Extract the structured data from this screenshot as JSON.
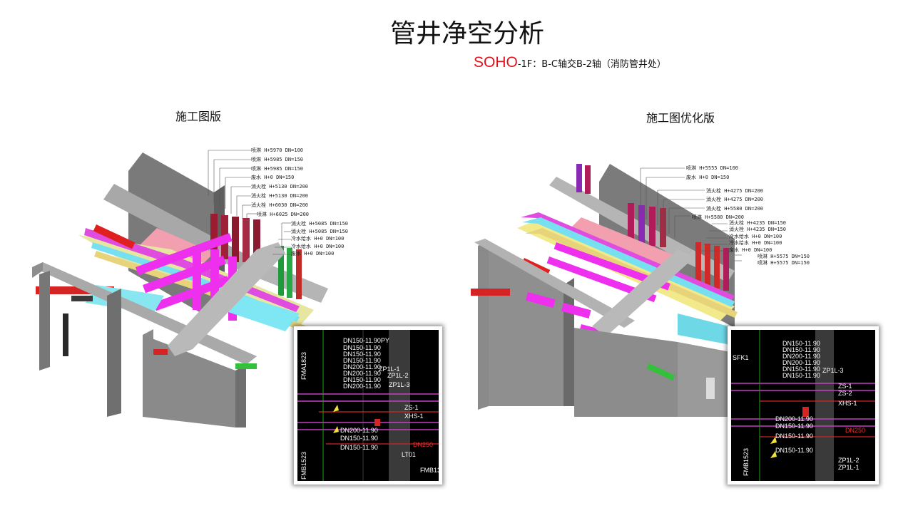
{
  "page": {
    "title": "管井净空分析",
    "subtitle_brand": "SOHO",
    "subtitle_rest": "-1F：B-C轴交B-2轴（消防管井处）"
  },
  "left": {
    "label": "施工图版",
    "annotations": [
      "喷淋 H+5970 DN=100",
      "喷淋 H+5985 DN=150",
      "喷淋 H+5985 DN=150",
      "废水 H+0 DN=150",
      "消火栓 H+5130 DN=200",
      "消火栓 H+5130 DN=200",
      "消火栓 H+6030 DN=200",
      "喷淋 H+6025 DN=200",
      "消火栓 H+5085 DN=150",
      "消火栓 H+5085 DN=150",
      "冷水给水 H+0 DN=100",
      "冷水给水 H+0 DN=100",
      "废水 H+0 DN=100"
    ],
    "cad_labels": [
      "DN150-11.90PY",
      "DN150-11.90",
      "DN150-11.90",
      "DN150-11.90",
      "DN200-11.90",
      "DN200-11.90",
      "DN150-11.90",
      "DN200-11.90",
      "ZP1L-1",
      "ZP1L-2",
      "ZP1L-3",
      "ZS-1",
      "XHS-1",
      "DN200-11.90",
      "DN150-11.90",
      "DN150-11.90",
      "FMA1823",
      "FMB1523",
      "LT01",
      "DN250",
      "FMB13"
    ]
  },
  "right": {
    "label": "施工图优化版",
    "annotations": [
      "喷淋 H+5555 DN=100",
      "废水 H+0 DN=150",
      "消火栓 H+4275 DN=200",
      "消火栓 H+4275 DN=200",
      "消火栓 H+5580 DN=200",
      "喷淋 H+5580 DN=200",
      "消火栓 H+4235 DN=150",
      "消火栓 H+4235 DN=150",
      "冷水给水 H+0 DN=100",
      "冷水给水 H+0 DN=100",
      "废水 H+0 DN=100",
      "喷淋 H+5575 DN=150",
      "喷淋 H+5575 DN=150"
    ],
    "cad_labels": [
      "DN150-11.90",
      "DN150-11.90",
      "DN200-11.90",
      "DN200-11.90",
      "DN150-11.90",
      "DN150-11.90",
      "ZP1L-3",
      "ZS-1",
      "ZS-2",
      "XHS-1",
      "DN200-11.90",
      "DN150-11.90",
      "DN150-11.90",
      "DN150-11.90",
      "ZP1L-2",
      "ZP1L-1",
      "SFK1",
      "FMB1523",
      "DN250"
    ]
  }
}
